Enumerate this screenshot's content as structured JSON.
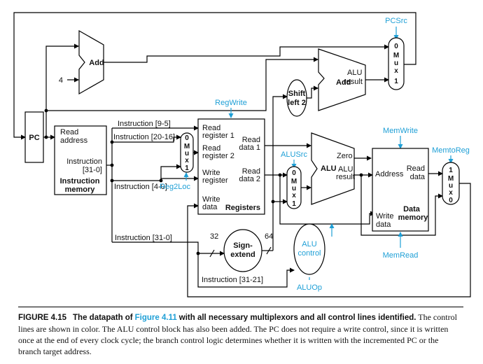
{
  "units": {
    "pc": "PC",
    "add_top": "Add",
    "add_branch_line1": "Add",
    "add_branch_line2": "ALU",
    "add_branch_line3": "result",
    "constant_4": "4",
    "shift_left_line1": "Shift",
    "shift_left_line2": "left 2",
    "instr_mem": {
      "read_address_line1": "Read",
      "read_address_line2": "address",
      "instruction_line1": "Instruction",
      "instruction_line2": "[31-0]",
      "title_line1": "Instruction",
      "title_line2": "memory"
    },
    "registers": {
      "read_reg1_line1": "Read",
      "read_reg1_line2": "register 1",
      "read_reg2_line1": "Read",
      "read_reg2_line2": "register 2",
      "write_reg_line1": "Write",
      "write_reg_line2": "register",
      "write_data_line1": "Write",
      "write_data_line2": "data",
      "read_data1_line1": "Read",
      "read_data1_line2": "data 1",
      "read_data2_line1": "Read",
      "read_data2_line2": "data 2",
      "title": "Registers"
    },
    "alu": {
      "label": "ALU",
      "zero": "Zero",
      "result_line1": "ALU",
      "result_line2": "result"
    },
    "data_mem": {
      "address": "Address",
      "read_data_line1": "Read",
      "read_data_line2": "data",
      "write_data_line1": "Write",
      "write_data_line2": "data",
      "title_line1": "Data",
      "title_line2": "memory"
    },
    "sign_extend_line1": "Sign-",
    "sign_extend_line2": "extend",
    "alu_control_line1": "ALU",
    "alu_control_line2": "control",
    "mux_letters": [
      "M",
      "u",
      "x"
    ],
    "mux_pcsrc_inputs": [
      "0",
      "1"
    ],
    "mux_reg2loc_inputs": [
      "0",
      "1"
    ],
    "mux_alusrc_inputs": [
      "0",
      "1"
    ],
    "mux_memtoreg_inputs": [
      "1",
      "0"
    ]
  },
  "wire_labels": {
    "instr_9_5": "Instruction [9-5]",
    "instr_20_16": "Instruction [20-16]",
    "instr_4_0": "Instruction [4-0]",
    "instr_31_0": "Instruction [31-0]",
    "instr_31_21": "Instruction [31-21]",
    "bits_32": "32",
    "bits_64": "64"
  },
  "control_signals": {
    "pcsrc": "PCSrc",
    "regwrite": "RegWrite",
    "reg2loc": "Reg2Loc",
    "alusrc": "ALUSrc",
    "memwrite": "MemWrite",
    "memtoreg": "MemtoReg",
    "memread": "MemRead",
    "aluop": "ALUOp"
  },
  "colors": {
    "control": "#1e9fd6",
    "wire": "#000000"
  },
  "caption": {
    "figure_label": "FIGURE 4.15",
    "title_part1": "The datapath of",
    "title_link": "Figure 4.11",
    "title_part2": "with all necessary multiplexors and all control lines identified.",
    "body": "The control lines are shown in color. The ALU control block has also been added. The PC does not require a write control, since it is written once at the end of every clock cycle; the branch control logic determines whether it is written with the incremented PC or the branch target address."
  }
}
